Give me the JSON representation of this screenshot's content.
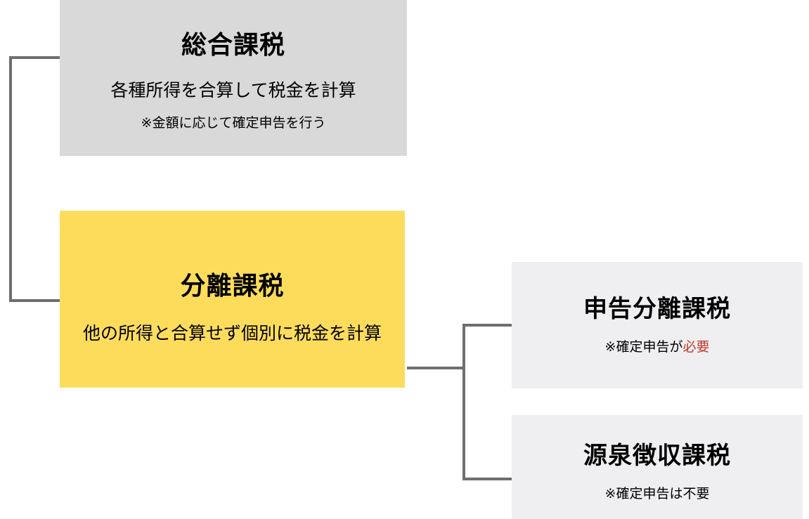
{
  "colors": {
    "sogo_bg": "#d9d9d9",
    "bunri_bg": "#fddc5c",
    "sub_bg": "#efeff1",
    "connector": "#6e6e6e",
    "accent_red": "#c0392b"
  },
  "sogo": {
    "title": "総合課税",
    "desc": "各種所得を合算して税金を計算",
    "note": "※金額に応じて確定申告を行う"
  },
  "bunri": {
    "title": "分離課税",
    "desc": "他の所得と合算せず個別に税金を計算"
  },
  "shinkoku_bunri": {
    "title": "申告分離課税",
    "note_prefix": "※確定申告が",
    "note_accent": "必要"
  },
  "gensen": {
    "title": "源泉徴収課税",
    "note": "※確定申告は不要"
  }
}
